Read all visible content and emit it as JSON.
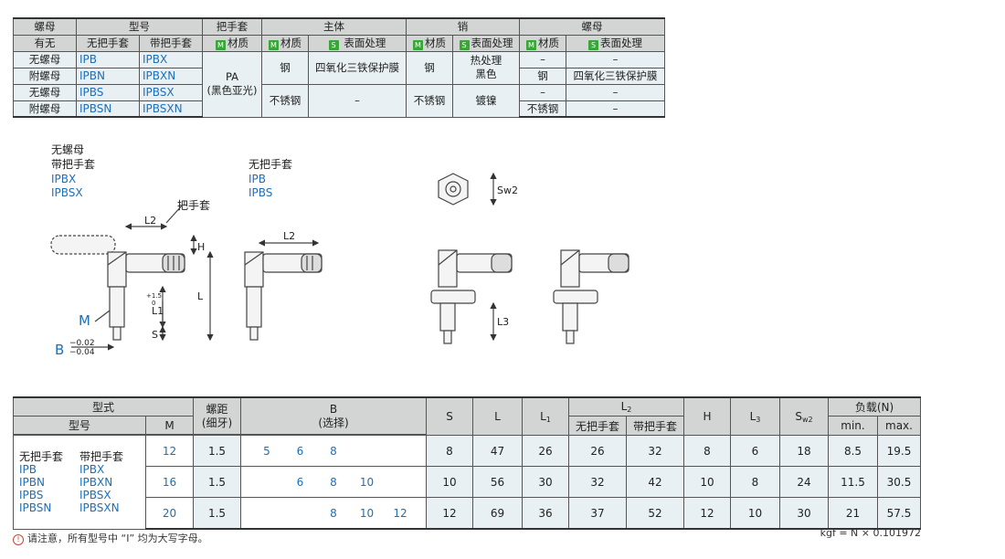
{
  "spec_table": {
    "h_nut": "螺母",
    "h_nut_presence": "有无",
    "h_model": "型号",
    "h_handle": "把手套",
    "h_body": "主体",
    "h_pin": "销",
    "h_nut2": "螺母",
    "h_no_handle": "无把手套",
    "h_with_handle": "带把手套",
    "h_material": "材质",
    "h_surface": "表面处理",
    "h_surface_nospace": "表面处理",
    "badge_m": "M",
    "badge_s": "S",
    "rows": [
      {
        "nut": "无螺母",
        "no_handle": "IPB",
        "with_handle": "IPBX",
        "nut_material": "–",
        "nut_surface": "–"
      },
      {
        "nut": "附螺母",
        "no_handle": "IPBN",
        "with_handle": "IPBXN",
        "nut_material": "钢",
        "nut_surface": "四氧化三铁保护膜"
      },
      {
        "nut": "无螺母",
        "no_handle": "IPBS",
        "with_handle": "IPBSX",
        "nut_material": "–",
        "nut_surface": "–"
      },
      {
        "nut": "附螺母",
        "no_handle": "IPBSN",
        "with_handle": "IPBSXN",
        "nut_material": "不锈钢",
        "nut_surface": "–"
      }
    ],
    "handle_material_1": "PA",
    "handle_material_2": "(黑色亚光)",
    "body_steel": "钢",
    "body_steel_surface": "四氧化三铁保护膜",
    "body_ss": "不锈钢",
    "body_ss_surface": "–",
    "pin_steel": "钢",
    "pin_steel_surface_1": "热处理",
    "pin_steel_surface_2": "黑色",
    "pin_ss": "不锈钢",
    "pin_ss_surface": "镀镍"
  },
  "drawing": {
    "label_no_nut": "无螺母",
    "label_with_handle": "带把手套",
    "codes_with_handle": [
      "IPBX",
      "IPBSX"
    ],
    "label_handle_sleeve": "把手套",
    "label_no_handle": "无把手套",
    "codes_no_handle": [
      "IPB",
      "IPBS"
    ],
    "dim_L2": "L2",
    "dim_H": "H",
    "dim_L": "L",
    "dim_L1": "L1",
    "dim_L1_tol_upper": "+1.5",
    "dim_L1_tol_lower": "0",
    "dim_S": "S",
    "dim_M": "M",
    "dim_B": "B",
    "dim_B_tol_upper": "−0.02",
    "dim_B_tol_lower": "−0.04",
    "dim_Sw2": "Sw2",
    "dim_L3": "L3"
  },
  "dim_table": {
    "h_type": "型式",
    "h_model": "型号",
    "h_M": "M",
    "h_pitch_1": "螺距",
    "h_pitch_2": "(细牙)",
    "h_B": "B",
    "h_B_sub": "(选择)",
    "h_S": "S",
    "h_L": "L",
    "h_L1": "L",
    "h_L1_sub": "1",
    "h_L2": "L",
    "h_L2_sub": "2",
    "h_L2_no": "无把手套",
    "h_L2_with": "带把手套",
    "h_H": "H",
    "h_L3": "L",
    "h_L3_sub": "3",
    "h_Sw2": "S",
    "h_Sw2_sub": "w2",
    "h_load": "负载(N)",
    "h_min": "min.",
    "h_max": "max.",
    "codes_header_no": "无把手套",
    "codes_header_with": "带把手套",
    "codes_no": [
      "IPB",
      "IPBN",
      "IPBS",
      "IPBSN"
    ],
    "codes_with": [
      "IPBX",
      "IPBXN",
      "IPBSX",
      "IPBSXN"
    ],
    "rows": [
      {
        "M": "12",
        "pitch": "1.5",
        "B": [
          "5",
          "6",
          "8"
        ],
        "S": "8",
        "L": "47",
        "L1": "26",
        "L2_no": "26",
        "L2_with": "32",
        "H": "8",
        "L3": "6",
        "Sw2": "18",
        "min": "8.5",
        "max": "19.5"
      },
      {
        "M": "16",
        "pitch": "1.5",
        "B": [
          "6",
          "8",
          "10"
        ],
        "S": "10",
        "L": "56",
        "L1": "30",
        "L2_no": "32",
        "L2_with": "42",
        "H": "10",
        "L3": "8",
        "Sw2": "24",
        "min": "11.5",
        "max": "30.5"
      },
      {
        "M": "20",
        "pitch": "1.5",
        "B": [
          "8",
          "10",
          "12"
        ],
        "S": "12",
        "L": "69",
        "L1": "36",
        "L2_no": "37",
        "L2_with": "52",
        "H": "12",
        "L3": "10",
        "Sw2": "30",
        "min": "21",
        "max": "57.5"
      }
    ]
  },
  "footnote": "请注意，所有型号中 “I” 均为大写字母。",
  "footnote_icon": "warning-icon",
  "unit_note": "kgf = N × 0.101972",
  "colors": {
    "accent_blue": "#1d6fb8",
    "header_gray": "#d3d5d4",
    "cell_blue": "#e8f0f3",
    "badge_green": "#3aa63a"
  }
}
